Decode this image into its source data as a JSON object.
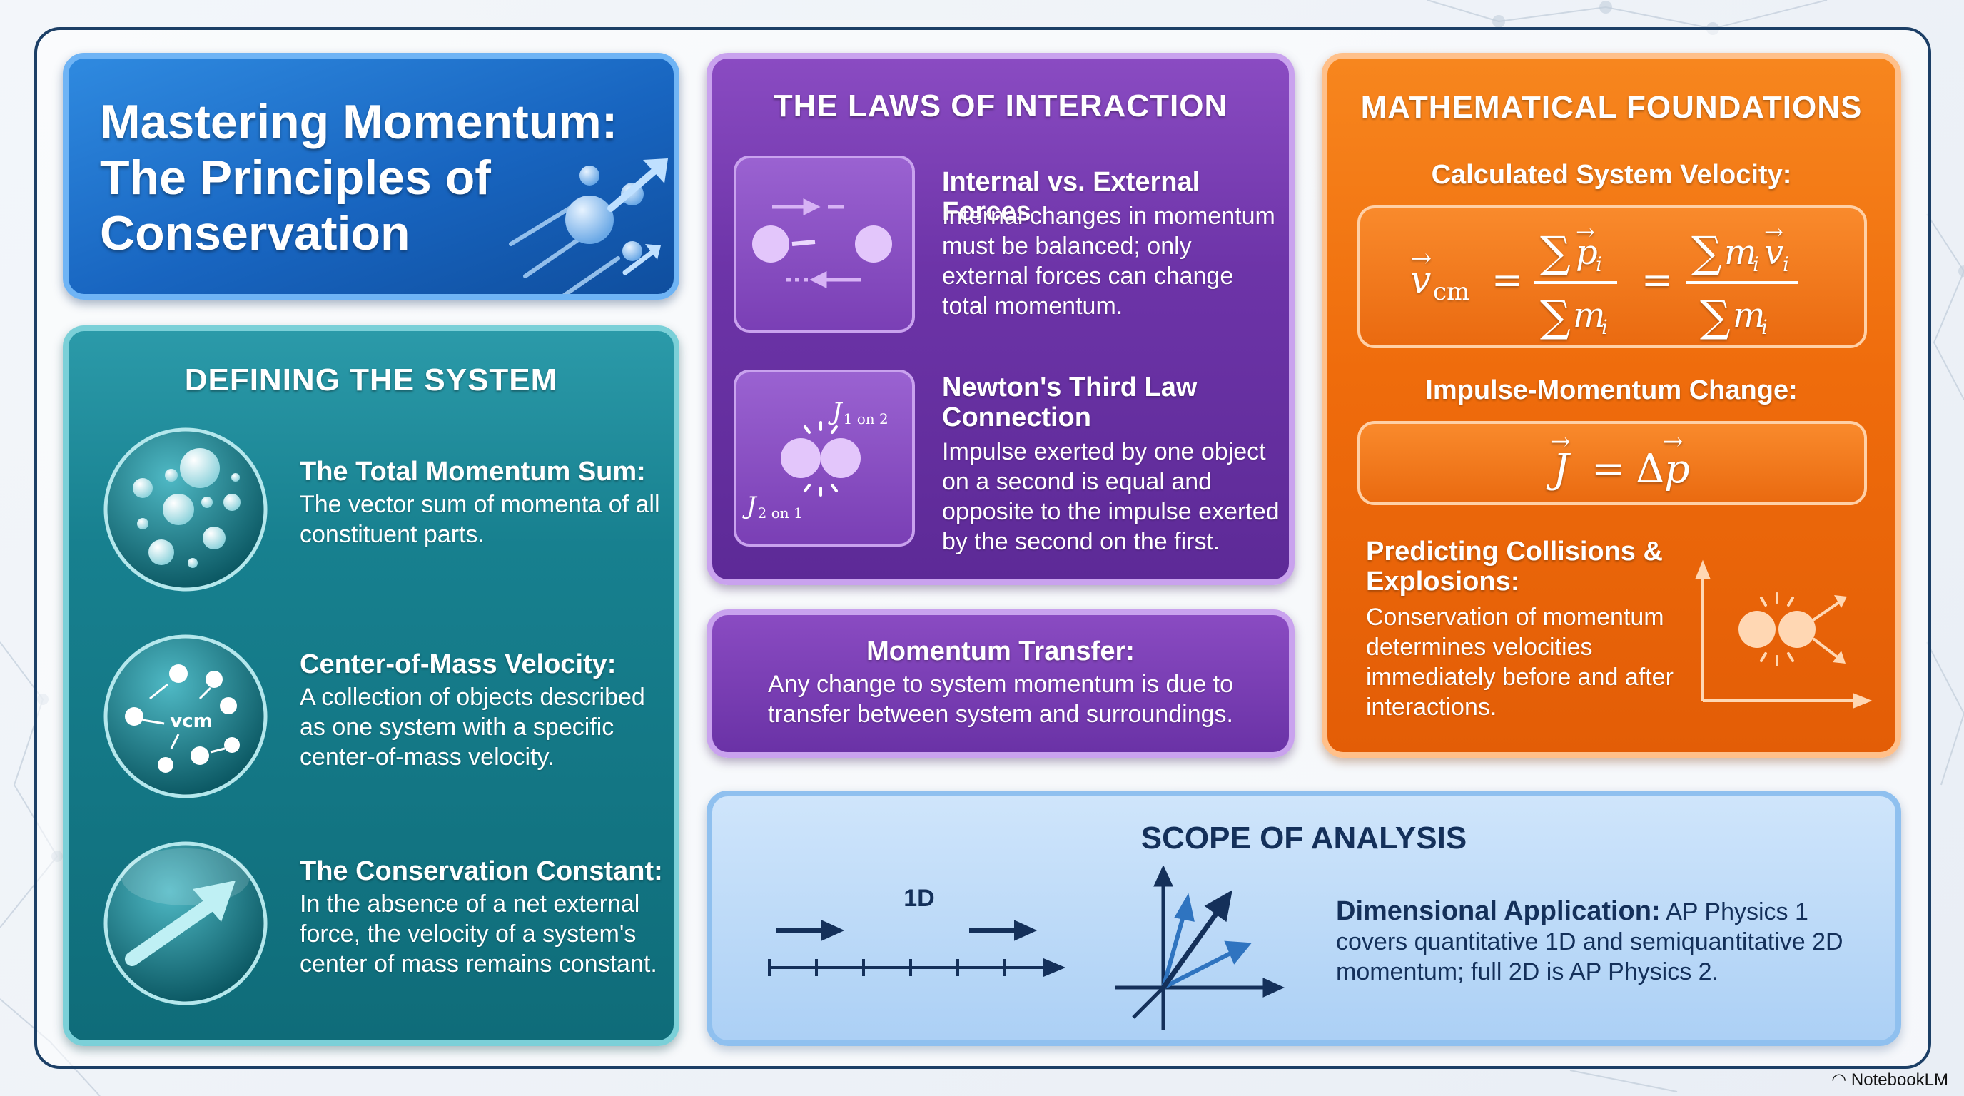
{
  "title": {
    "line1": "Mastering Momentum:",
    "line2": "The Principles of",
    "line3": "Conservation"
  },
  "defining_system": {
    "heading": "DEFINING THE SYSTEM",
    "items": [
      {
        "title": "The Total Momentum Sum:",
        "body": "The vector sum of momenta of all constituent parts."
      },
      {
        "title": "Center-of-Mass Velocity:",
        "body": "A collection of objects described as one system with a specific center-of-mass velocity.",
        "icon_label": "vcm"
      },
      {
        "title": "The Conservation Constant:",
        "body": "In the absence of a net external force, the velocity of a system's center of mass remains constant."
      }
    ]
  },
  "laws": {
    "heading": "THE LAWS OF INTERACTION",
    "items": [
      {
        "title": "Internal vs. External Forces",
        "body": "Internal changes in momentum must be balanced; only external forces can change total momentum."
      },
      {
        "title": "Newton's Third Law Connection",
        "body": "Impulse exerted by one object on a second is equal and opposite to the impulse exerted by the second on the first.",
        "label_top": "J",
        "label_top_sub": "1 on 2",
        "label_bottom": "J",
        "label_bottom_sub": "2 on 1"
      }
    ]
  },
  "transfer": {
    "title": "Momentum Transfer:",
    "body": "Any change to system momentum is due to transfer between system and surroundings."
  },
  "math": {
    "heading": "MATHEMATICAL FOUNDATIONS",
    "velocity_label": "Calculated System Velocity:",
    "impulse_label": "Impulse-Momentum Change:",
    "collisions_title": "Predicting Collisions & Explosions:",
    "collisions_body": "Conservation of momentum determines velocities immediately before and after interactions."
  },
  "scope": {
    "heading": "SCOPE OF ANALYSIS",
    "oned_label": "1D",
    "body_title": "Dimensional Application:",
    "body_text": "AP Physics 1 covers quantitative 1D and semiquantitative 2D momentum; full 2D is AP Physics 2."
  },
  "brand": "NotebookLM",
  "colors": {
    "title_blue": "#1865c0",
    "teal": "#17808f",
    "purple": "#6d34a8",
    "orange": "#ef6c0c",
    "scope_blue": "#acd0f5",
    "frame": "#1c3f66"
  }
}
